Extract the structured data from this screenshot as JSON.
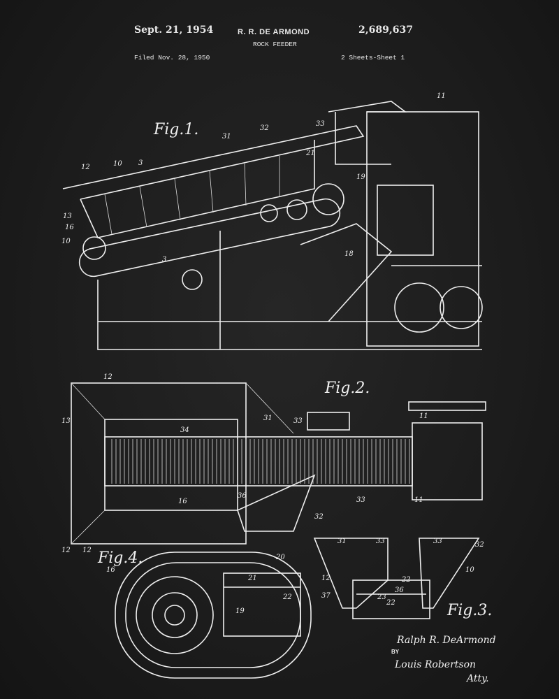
{
  "header": {
    "date": "Sept. 21, 1954",
    "inventor": "R. R. DE ARMOND",
    "patent_number": "2,689,637",
    "title": "ROCK FEEDER",
    "filed": "Filed Nov. 28, 1950",
    "sheets": "2 Sheets-Sheet 1"
  },
  "figures": {
    "fig1": "Fig.1.",
    "fig2": "Fig.2.",
    "fig3": "Fig.3.",
    "fig4": "Fig.4."
  },
  "refs": [
    "11",
    "31",
    "32",
    "33",
    "21",
    "19",
    "10",
    "12",
    "3",
    "13",
    "16",
    "10",
    "3",
    "18",
    "12",
    "13",
    "34",
    "31",
    "33",
    "11",
    "36",
    "16",
    "11",
    "33",
    "32",
    "12",
    "12",
    "16",
    "20",
    "21",
    "22",
    "19",
    "31",
    "33",
    "33",
    "32",
    "12",
    "36",
    "23",
    "22",
    "22",
    "37",
    "10"
  ],
  "signature": {
    "inventor": "Ralph R. DeArmond",
    "by": "BY",
    "attorney": "Louis Robertson",
    "attorney_title": "Atty."
  },
  "colors": {
    "background": "#1c1c1c",
    "ink": "#eeeeee"
  }
}
